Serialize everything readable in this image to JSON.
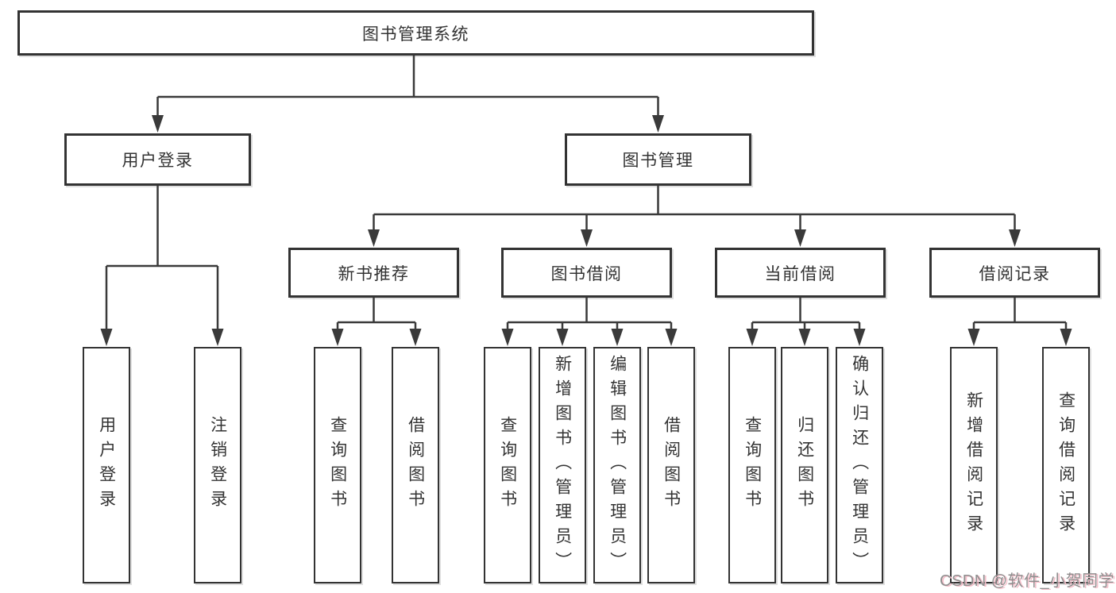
{
  "colors": {
    "line": "#3a3a3a",
    "box_border": "#333333",
    "text": "#333333",
    "background": "#ffffff",
    "watermark_text": "#8f8f8f",
    "watermark_shadow": "#f5bfca"
  },
  "watermark": {
    "text": "CSDN @软件_小贺同学"
  },
  "tree": {
    "root": {
      "label": "图书管理系统"
    },
    "branches": [
      {
        "label": "用户登录",
        "children": [
          {
            "label": "用户登录"
          },
          {
            "label": "注销登录"
          }
        ]
      },
      {
        "label": "图书管理",
        "children": [
          {
            "label": "新书推荐",
            "children": [
              {
                "label": "查询图书"
              },
              {
                "label": "借阅图书"
              }
            ]
          },
          {
            "label": "图书借阅",
            "children": [
              {
                "label": "查询图书"
              },
              {
                "label": "新增图书（管理员）"
              },
              {
                "label": "编辑图书（管理员）"
              },
              {
                "label": "借阅图书"
              }
            ]
          },
          {
            "label": "当前借阅",
            "children": [
              {
                "label": "查询图书"
              },
              {
                "label": "归还图书"
              },
              {
                "label": "确认归还（管理员）"
              }
            ]
          },
          {
            "label": "借阅记录",
            "children": [
              {
                "label": "新增借阅记录"
              },
              {
                "label": "查询借阅记录"
              }
            ]
          }
        ]
      }
    ]
  }
}
